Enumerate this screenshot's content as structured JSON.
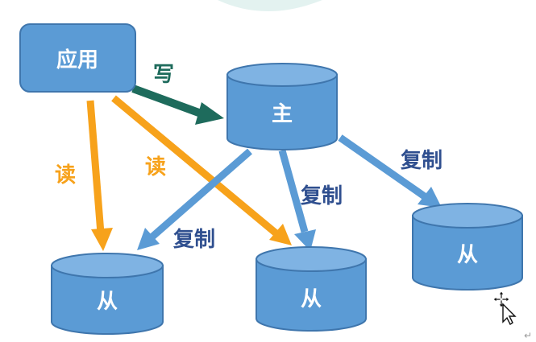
{
  "colors": {
    "node_fill": "#5b9bd5",
    "node_top": "#7fb3e3",
    "node_stroke": "#3f76ad",
    "write_arrow": "#1e6b5c",
    "read_arrow": "#f7a21b",
    "replicate_arrow": "#5b9bd5",
    "write_label": "#1e6b5c",
    "read_label": "#f7a21b",
    "replicate_label": "#2f4f8f",
    "node_text": "#ffffff",
    "top_arc": "#e3f2f0"
  },
  "nodes": {
    "app": "应用",
    "master": "主",
    "slave_left": "从",
    "slave_middle": "从",
    "slave_right": "从"
  },
  "edges": {
    "write": "写",
    "read_left": "读",
    "read_right": "读",
    "replicate_left": "复制",
    "replicate_middle": "复制",
    "replicate_right": "复制"
  },
  "icons": [
    "move-cursor-icon",
    "pointer-cursor-icon"
  ],
  "paragraph_mark": "↵"
}
